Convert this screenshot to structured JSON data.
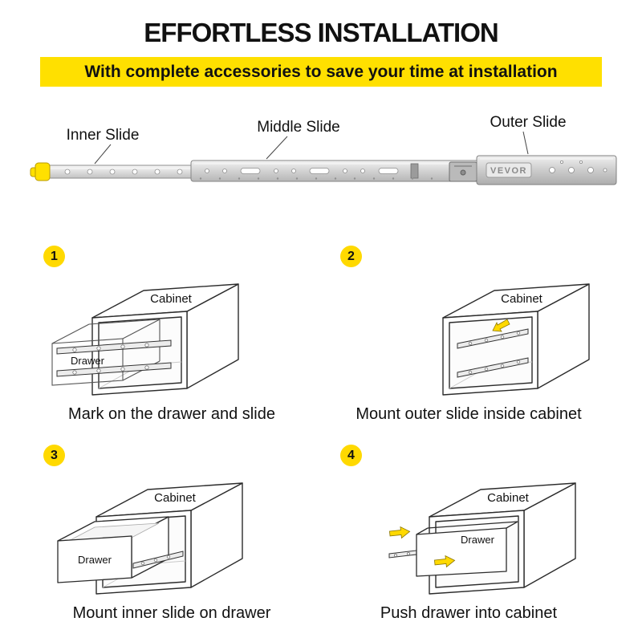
{
  "header": {
    "title": "EFFORTLESS INSTALLATION",
    "banner_text": "With complete accessories to save your time at installation"
  },
  "slide_diagram": {
    "inner_label": "Inner Slide",
    "middle_label": "Middle Slide",
    "outer_label": "Outer Slide",
    "brand": "VEVOR"
  },
  "steps": [
    {
      "number": "1",
      "caption": "Mark on the drawer and slide",
      "labels": {
        "cabinet": "Cabinet",
        "drawer": "Drawer"
      }
    },
    {
      "number": "2",
      "caption": "Mount outer slide inside cabinet",
      "labels": {
        "cabinet": "Cabinet"
      }
    },
    {
      "number": "3",
      "caption": "Mount inner slide on drawer",
      "labels": {
        "cabinet": "Cabinet",
        "drawer": "Drawer"
      }
    },
    {
      "number": "4",
      "caption": "Push drawer into cabinet",
      "labels": {
        "cabinet": "Cabinet",
        "drawer": "Drawer"
      }
    }
  ],
  "colors": {
    "accent_yellow": "#FFE000",
    "badge_yellow": "#FFD900",
    "text": "#111111"
  }
}
